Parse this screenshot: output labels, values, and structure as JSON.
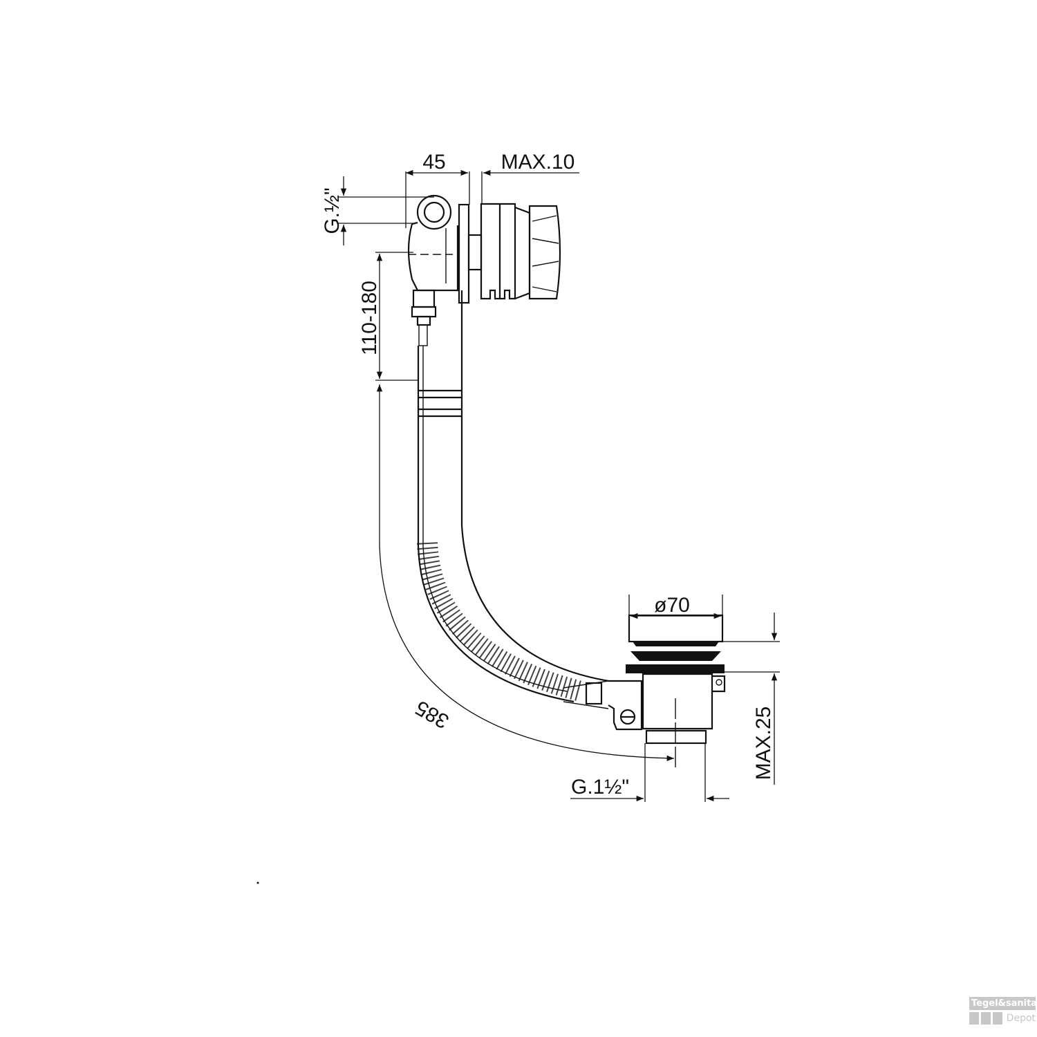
{
  "dimensions": {
    "overflow_width": "45",
    "wall_thickness": "MAX.10",
    "inlet_thread": "G.½\"",
    "height_range": "110-180",
    "hose_length": "385",
    "drain_diameter": "ø70",
    "drain_wall": "MAX.25",
    "outlet_thread": "G.1½\""
  },
  "watermark": {
    "brand": "Tegel&sanitair",
    "sub": "Depot"
  },
  "colors": {
    "line": "#111111",
    "background": "#ffffff",
    "watermark": "#c8c8c8"
  }
}
